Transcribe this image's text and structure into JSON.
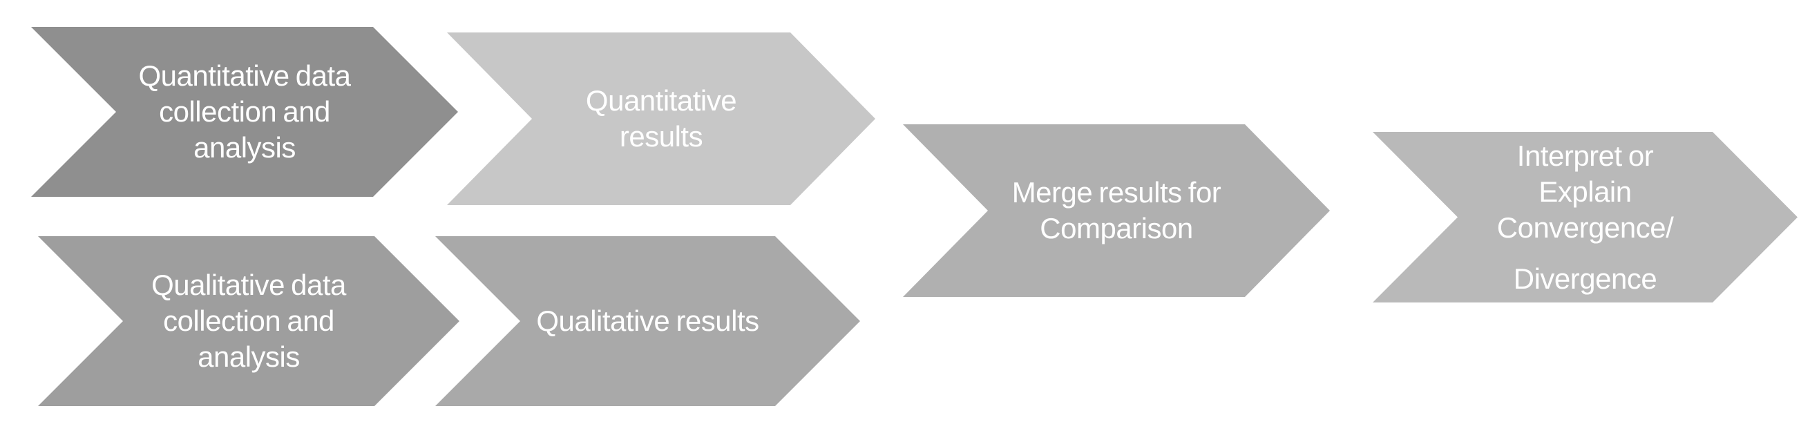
{
  "diagram": {
    "background": "#ffffff",
    "text_color": "#ffffff",
    "description": "Convergent mixed-methods design flow of chevron arrows"
  },
  "steps": [
    {
      "name": "quantitative-data-collection-and-analysis",
      "fill": "#8f8f8f",
      "lines": [
        "Quantitative data",
        "collection and",
        "analysis"
      ]
    },
    {
      "name": "quantitative-results",
      "fill": "#c7c7c7",
      "lines": [
        "Quantitative",
        "results"
      ]
    },
    {
      "name": "merge-results-for-comparison",
      "fill": "#b0b0b0",
      "lines": [
        "Merge results for",
        "Comparison"
      ]
    },
    {
      "name": "interpret-or-explain-convergence-divergence",
      "fill": "#b9b9b9",
      "lines": [
        "Interpret or",
        "Explain",
        "Convergence/",
        "Divergence"
      ]
    },
    {
      "name": "qualitative-data-collection-and-analysis",
      "fill": "#9e9e9e",
      "lines": [
        "Qualitative data",
        "collection and",
        "analysis"
      ]
    },
    {
      "name": "qualitative-results",
      "fill": "#a9a9a9",
      "lines": [
        "Qualitative results"
      ]
    }
  ]
}
